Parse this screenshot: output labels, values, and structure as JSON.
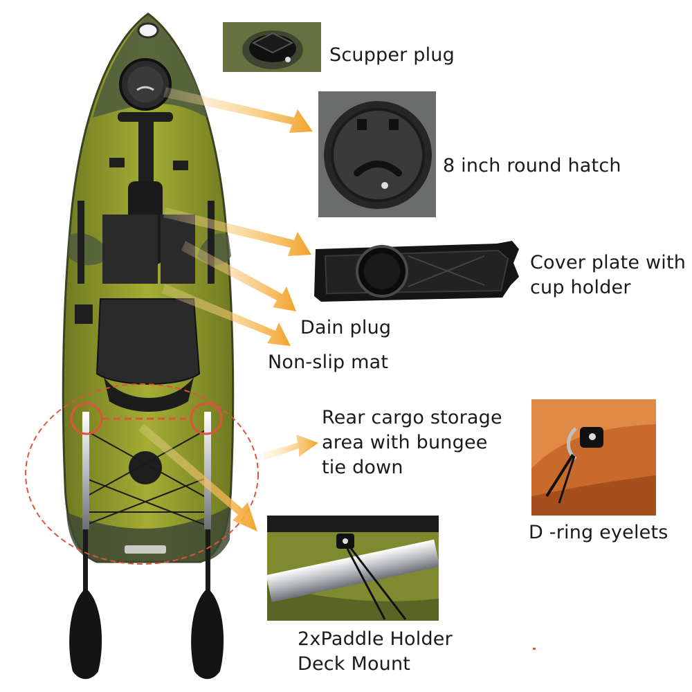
{
  "labels": {
    "scupper_plug": "Scupper plug",
    "round_hatch": "8 inch round hatch",
    "cover_plate": "Cover plate with\ncup holder",
    "drain_plug": "Dain plug",
    "non_slip_mat": "Non-slip mat",
    "rear_cargo": "Rear cargo storage\narea with bungee\ntie down",
    "d_ring": "D -ring eyelets",
    "paddle_holder": "2xPaddle Holder\nDeck Mount"
  },
  "icons": {
    "kayak": "kayak-top-view",
    "scupper": "scupper-plug-photo",
    "hatch": "round-hatch-photo",
    "plate": "cover-plate-photo",
    "dring": "d-ring-photo",
    "paddleholder": "paddle-holder-photo"
  },
  "colors": {
    "hull_green": "#8d9a2a",
    "hull_dark": "#3f4a35",
    "arrow_orange": "#f2a32a",
    "callout_red": "#e0533a",
    "d_ring_orange": "#c86a2c"
  }
}
